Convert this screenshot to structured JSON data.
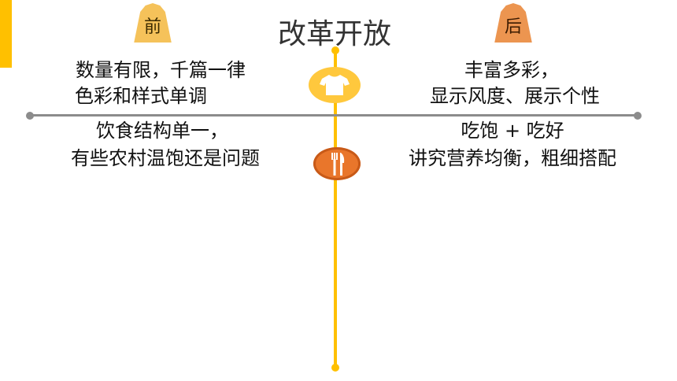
{
  "title": "改革开放",
  "labels": {
    "before": "前",
    "after": "后"
  },
  "clothing": {
    "before": [
      "数量有限，千篇一律",
      "色彩和样式单调"
    ],
    "after": [
      "丰富多彩，",
      "显示风度、展示个性"
    ]
  },
  "food": {
    "before": [
      "饮食结构单一，",
      "有些农村温饱还是问题"
    ],
    "after": [
      "吃饱  + 吃好",
      "讲究营养均衡，粗细搭配"
    ]
  },
  "icons": {
    "clothing": "shirt-icon",
    "food": "fork-knife-icon"
  },
  "colors": {
    "accent": "#FFC000",
    "before_badge": "#F5C25A",
    "after_badge": "#EC9550",
    "axis": "#8C8C8C",
    "food_icon": "#E9762B"
  }
}
